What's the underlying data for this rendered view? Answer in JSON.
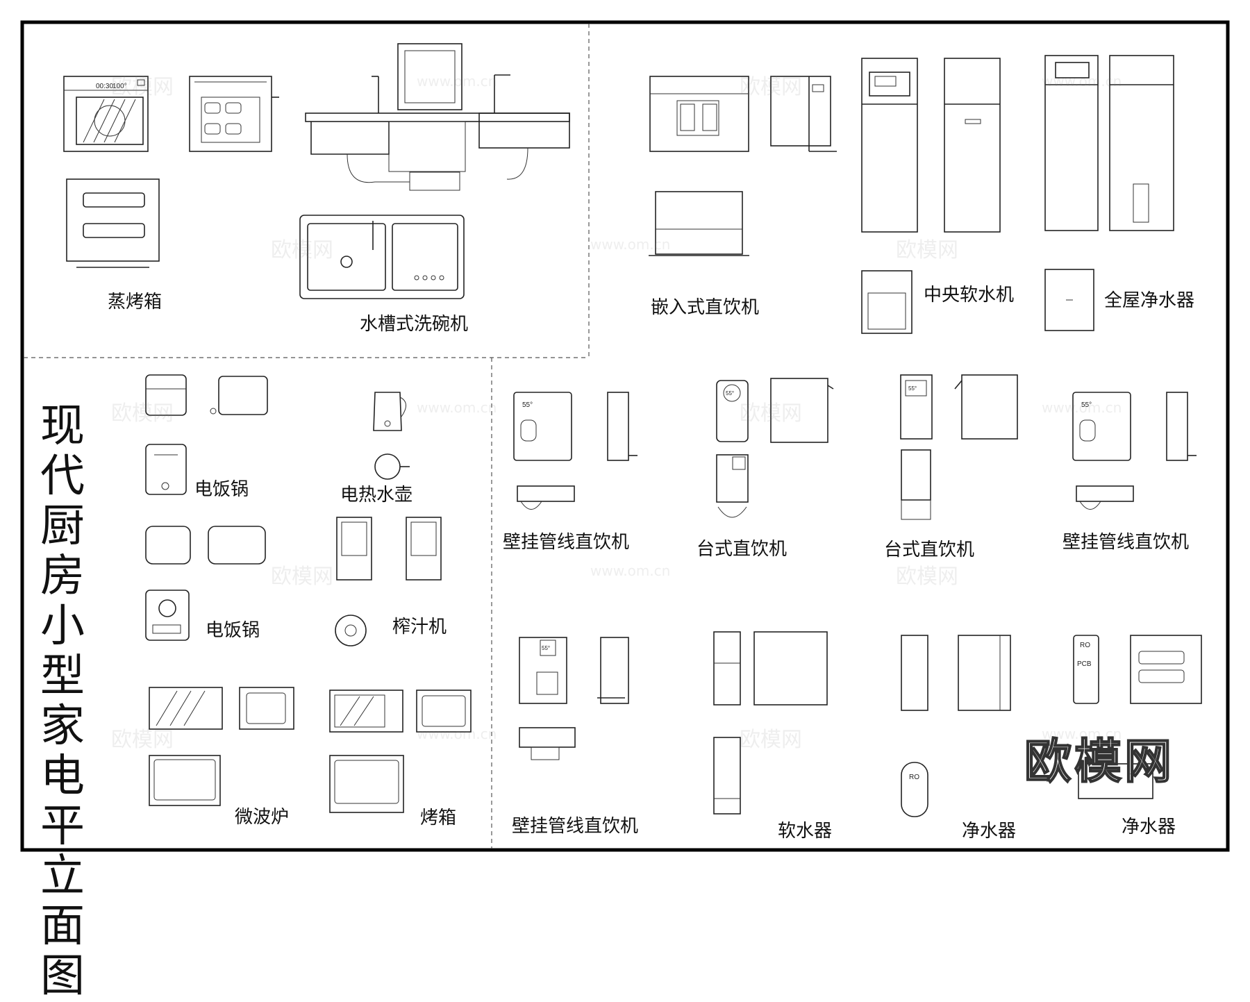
{
  "title_lines": [
    "现代",
    "厨房",
    "小型",
    "家电",
    "平立",
    "面图"
  ],
  "labels": {
    "steam_oven": "蒸烤箱",
    "sink_dishwasher": "水槽式洗碗机",
    "builtin_dispenser": "嵌入式直饮机",
    "central_softener": "中央软水机",
    "whole_house_purifier": "全屋净水器",
    "rice_cooker_1": "电饭锅",
    "kettle": "电热水壶",
    "rice_cooker_2": "电饭锅",
    "juicer": "榨汁机",
    "microwave": "微波炉",
    "oven": "烤箱",
    "wall_dispenser_1": "壁挂管线直饮机",
    "desktop_dispenser_1": "台式直饮机",
    "desktop_dispenser_2": "台式直饮机",
    "wall_dispenser_2": "壁挂管线直饮机",
    "wall_dispenser_3": "壁挂管线直饮机",
    "softener": "软水器",
    "purifier_1": "净水器",
    "purifier_2": "净水器"
  },
  "device_text": {
    "oven_timer": "00:30",
    "oven_temp": "100°",
    "temp_55": "55°",
    "ro": "RO",
    "pcb": "PCB"
  },
  "brand": "欧模网",
  "watermark": "欧模网",
  "watermark_url": "www.om.cn"
}
